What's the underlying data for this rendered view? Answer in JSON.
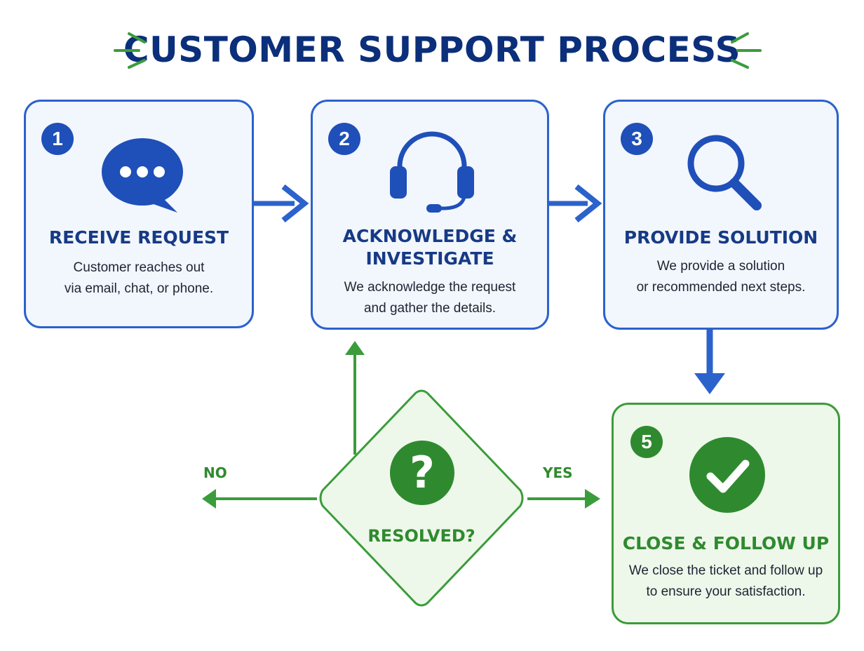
{
  "title": "CUSTOMER SUPPORT PROCESS",
  "colors": {
    "primary_blue": "#2b62cc",
    "dark_blue": "#0b2f7a",
    "green": "#2f8a2f",
    "card_blue_bg": "#f2f6fd",
    "card_green_bg": "#eef8ea"
  },
  "steps": [
    {
      "number": "1",
      "title": "RECEIVE REQUEST",
      "description_lines": [
        "Customer reaches out",
        "via email, chat, or phone."
      ],
      "icon": "chat-bubble-icon"
    },
    {
      "number": "2",
      "title_lines": [
        "ACKNOWLEDGE &",
        "INVESTIGATE"
      ],
      "description_lines": [
        "We acknowledge the request",
        "and gather the details."
      ],
      "icon": "headset-icon"
    },
    {
      "number": "3",
      "title": "PROVIDE SOLUTION",
      "description_lines": [
        "We provide a solution",
        "or recommended next steps."
      ],
      "icon": "magnifier-icon"
    },
    {
      "number": "5",
      "title": "CLOSE & FOLLOW UP",
      "description_lines": [
        "We close the ticket and follow up",
        "to ensure your satisfaction."
      ],
      "icon": "checkmark-icon"
    }
  ],
  "decision": {
    "symbol": "?",
    "label": "RESOLVED?",
    "no_label": "NO",
    "yes_label": "YES",
    "icon": "question-icon"
  }
}
